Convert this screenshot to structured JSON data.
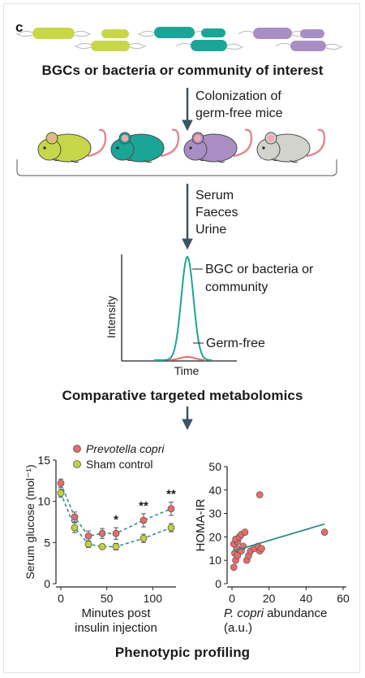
{
  "panel_label": "c",
  "colors": {
    "lime": "#c8d64a",
    "teal": "#1aa596",
    "purple": "#a98ec4",
    "grey": "#d3d3cd",
    "arrow": "#3d5464",
    "red_series": "#e86b6b",
    "green_series": "#c3d13a",
    "regression": "#2a8a80"
  },
  "step1": {
    "title": "BGCs or bacteria or community of interest"
  },
  "step2": {
    "lines": [
      "Colonization of",
      "germ-free mice"
    ]
  },
  "step3": {
    "lines": [
      "Serum",
      "Faeces",
      "Urine"
    ]
  },
  "ms_plot": {
    "ylabel": "Intensity",
    "xlabel": "Time",
    "label_peak": [
      "BGC or bacteria or",
      "community"
    ],
    "label_baseline": "Germ-free"
  },
  "step4": {
    "title": "Comparative targeted metabolomics"
  },
  "bottom_title": "Phenotypic profiling",
  "chart_data": [
    {
      "type": "line",
      "ylabel": "Serum glucose (mol⁻¹)",
      "xlabel": [
        "Minutes post",
        "insulin injection"
      ],
      "xlim": [
        0,
        120
      ],
      "ylim": [
        0,
        15
      ],
      "xticks": [
        0,
        50,
        100
      ],
      "yticks": [
        0,
        5,
        10,
        15
      ],
      "legend_position": "top-right",
      "x": [
        0,
        15,
        30,
        45,
        60,
        90,
        120
      ],
      "series": [
        {
          "name": "Prevotella copri",
          "italic": true,
          "values": [
            12.2,
            8.1,
            5.8,
            6.1,
            6.1,
            7.7,
            9.1
          ],
          "errors": [
            0.5,
            0.6,
            0.6,
            0.6,
            0.7,
            0.8,
            0.8
          ]
        },
        {
          "name": "Sham control",
          "italic": false,
          "values": [
            11.0,
            6.8,
            4.8,
            4.5,
            4.5,
            5.5,
            6.8
          ],
          "errors": [
            0.5,
            0.6,
            0.4,
            0.3,
            0.4,
            0.5,
            0.5
          ]
        }
      ],
      "annotations": [
        {
          "x": 60,
          "text": "*"
        },
        {
          "x": 90,
          "text": "**"
        },
        {
          "x": 120,
          "text": "**"
        }
      ]
    },
    {
      "type": "scatter",
      "ylabel": "HOMA-IR",
      "xlabel_italic": "P. copri",
      "xlabel_rest": " abundance",
      "xlabel_unit": "(a.u.)",
      "xlim": [
        0,
        60
      ],
      "ylim": [
        0,
        50
      ],
      "xticks": [
        0,
        20,
        40,
        60
      ],
      "yticks": [
        0,
        10,
        20,
        30,
        40,
        50
      ],
      "points": [
        [
          1,
          7
        ],
        [
          2,
          10
        ],
        [
          1.5,
          13
        ],
        [
          2.5,
          15
        ],
        [
          1,
          17
        ],
        [
          3,
          18
        ],
        [
          2,
          19
        ],
        [
          4,
          20
        ],
        [
          5,
          21
        ],
        [
          7,
          22
        ],
        [
          3,
          12
        ],
        [
          5,
          14
        ],
        [
          6,
          16
        ],
        [
          8,
          10
        ],
        [
          9,
          12
        ],
        [
          10,
          14
        ],
        [
          12,
          15
        ],
        [
          14,
          16
        ],
        [
          15,
          14
        ],
        [
          16,
          15
        ],
        [
          15,
          38
        ],
        [
          50,
          22
        ]
      ],
      "regression": {
        "x": [
          1,
          50
        ],
        "y": [
          14,
          25.5
        ]
      }
    }
  ]
}
